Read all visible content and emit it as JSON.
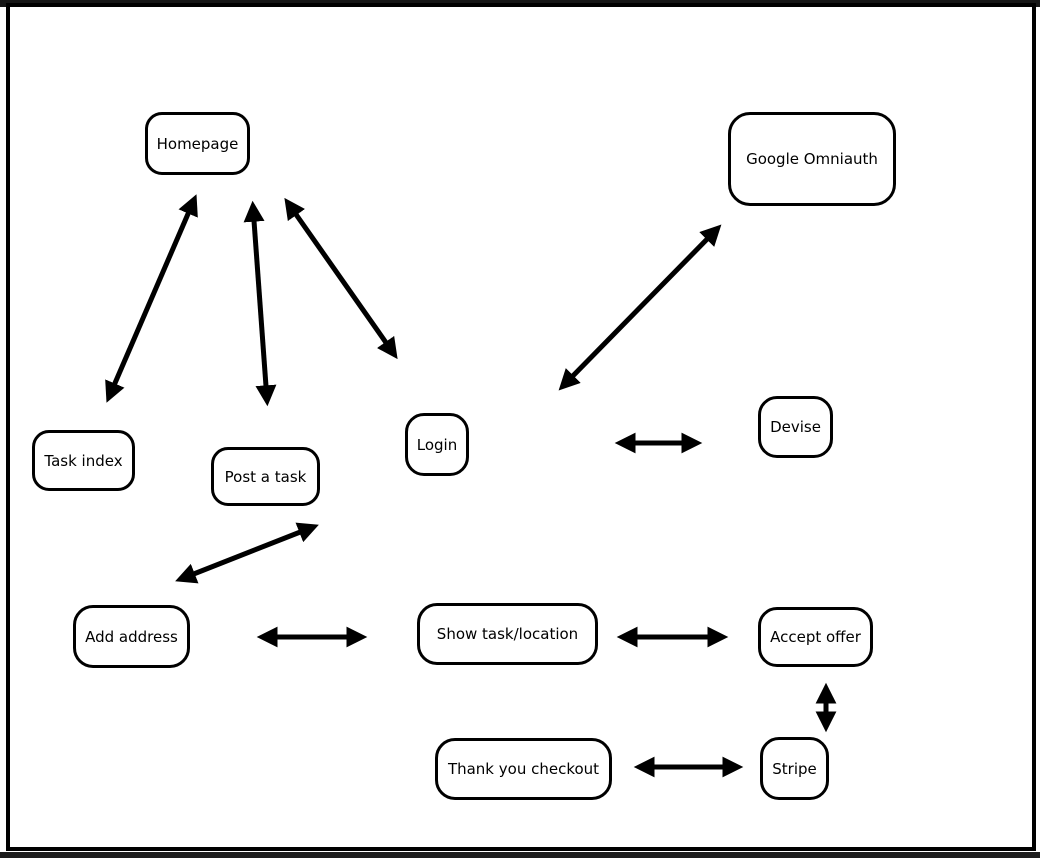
{
  "diagram": {
    "type": "flowchart-sitemap",
    "colors": {
      "stroke": "#000000",
      "background": "#ffffff",
      "text": "#000000"
    },
    "nodes": [
      {
        "id": "homepage",
        "label": "Homepage"
      },
      {
        "id": "google-omniauth",
        "label": "Google Omniauth"
      },
      {
        "id": "task-index",
        "label": "Task index"
      },
      {
        "id": "post-a-task",
        "label": "Post a task"
      },
      {
        "id": "login",
        "label": "Login"
      },
      {
        "id": "devise",
        "label": "Devise"
      },
      {
        "id": "add-address",
        "label": "Add address"
      },
      {
        "id": "show-task-location",
        "label": "Show task/location"
      },
      {
        "id": "accept-offer",
        "label": "Accept offer"
      },
      {
        "id": "thank-you-checkout",
        "label": "Thank you checkout"
      },
      {
        "id": "stripe",
        "label": "Stripe"
      }
    ],
    "edges": [
      {
        "from": "Homepage",
        "to": "Task index",
        "style": "double-arrow"
      },
      {
        "from": "Homepage",
        "to": "Post a task",
        "style": "double-arrow"
      },
      {
        "from": "Homepage",
        "to": "Login",
        "style": "double-arrow"
      },
      {
        "from": "Login",
        "to": "Google Omniauth",
        "style": "double-arrow"
      },
      {
        "from": "Login",
        "to": "Devise",
        "style": "double-arrow"
      },
      {
        "from": "Add address",
        "to": "Post a task",
        "style": "double-arrow"
      },
      {
        "from": "Add address",
        "to": "Show task/location",
        "style": "double-arrow"
      },
      {
        "from": "Show task/location",
        "to": "Accept offer",
        "style": "double-arrow"
      },
      {
        "from": "Accept offer",
        "to": "Stripe",
        "style": "double-arrow"
      },
      {
        "from": "Thank you checkout",
        "to": "Stripe",
        "style": "double-arrow"
      }
    ]
  }
}
